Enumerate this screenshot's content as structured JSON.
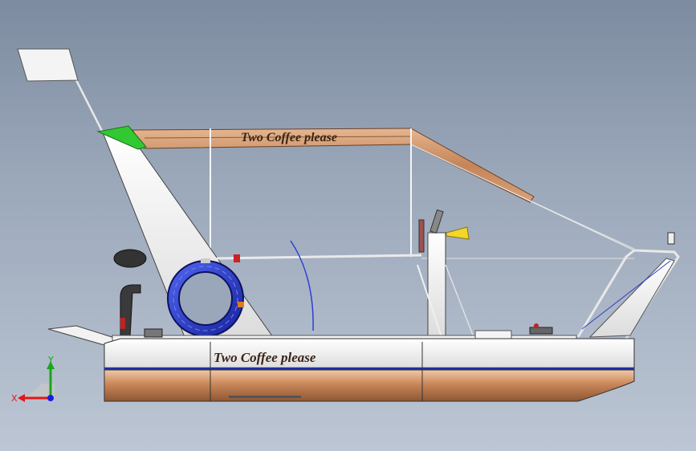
{
  "canopy_text": "Two Coffee please",
  "hull_text": "Two Coffee please",
  "triad": {
    "x_label": "X",
    "y_label": "Y",
    "x_color": "#e01818",
    "y_color": "#1aa51a",
    "z_color": "#1c1ce0"
  },
  "colors": {
    "hull": "#c98a5e",
    "canopy": "#b97a4e",
    "float": "#2b3fd8",
    "flag": "#32c832",
    "hull_stripe": "#2030a0"
  }
}
